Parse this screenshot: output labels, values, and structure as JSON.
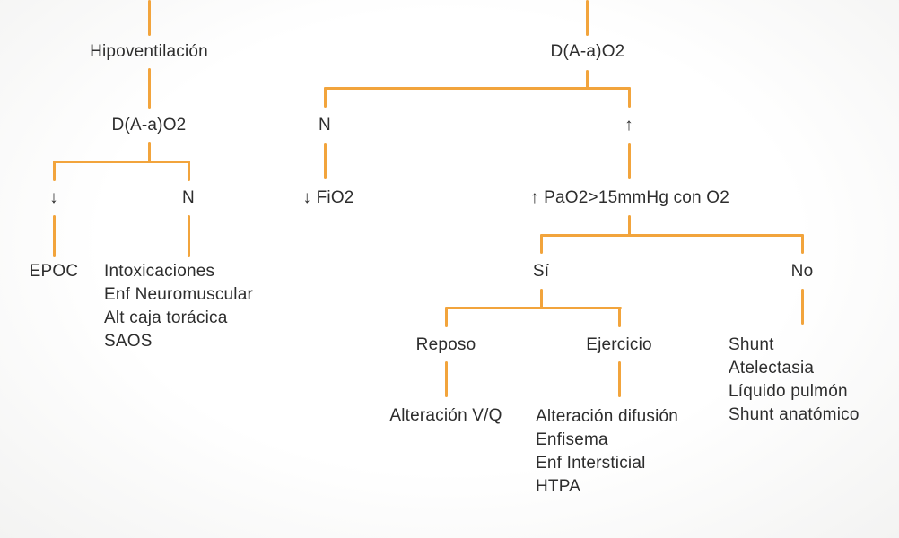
{
  "palette": {
    "line": "#F2A43C",
    "text": "#2D2D2D"
  },
  "left_tree": {
    "root_label": "Hipoventilación",
    "test_label": "D(A-a)O2",
    "low_branch": {
      "condition": "↓",
      "diagnosis": "EPOC"
    },
    "normal_branch": {
      "condition": "N",
      "diagnoses": [
        "Intoxicaciones",
        "Enf Neuromuscular",
        "Alt caja torácica",
        "SAOS"
      ]
    }
  },
  "right_tree": {
    "root_label": "D(A-a)O2",
    "normal_branch": {
      "condition": "N",
      "result": "↓ FiO2"
    },
    "high_branch": {
      "condition": "↑",
      "test_label": "↑ PaO2>15mmHg con O2",
      "yes_branch": {
        "condition": "Sí",
        "rest_branch": {
          "condition": "Reposo",
          "diagnosis": "Alteración V/Q"
        },
        "exercise_branch": {
          "condition": "Ejercicio",
          "diagnoses": [
            "Alteración difusión",
            "Enfisema",
            "Enf Intersticial",
            "HTPA"
          ]
        }
      },
      "no_branch": {
        "condition": "No",
        "diagnoses": [
          "Shunt",
          "Atelectasia",
          "Líquido pulmón",
          "Shunt anatómico"
        ]
      }
    }
  }
}
